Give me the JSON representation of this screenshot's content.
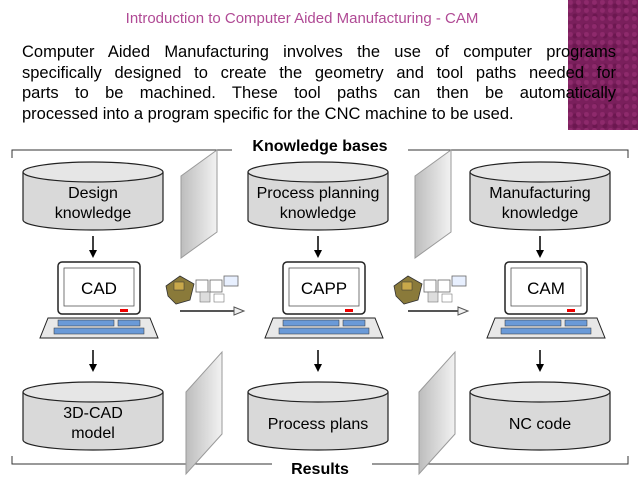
{
  "header": {
    "title": "Introduction to Computer Aided Manufacturing - CAM"
  },
  "intro": {
    "lines": [
      "Computer Aided Manufacturing involves the use of computer programs",
      "specifically designed to create the geometry and tool paths needed for",
      "parts to be machined. These tool paths can then be automatically",
      "processed into a program specific for the CNC machine to be used."
    ]
  },
  "diagram": {
    "top_label": "Knowledge bases",
    "bottom_label": "Results",
    "columns": [
      {
        "kb_line1": "Design",
        "kb_line2": "knowledge",
        "system": "CAD",
        "result_line1": "3D-CAD",
        "result_line2": "model"
      },
      {
        "kb_line1": "Process planning",
        "kb_line2": "knowledge",
        "system": "CAPP",
        "result_line1": "Process plans",
        "result_line2": ""
      },
      {
        "kb_line1": "Manufacturing",
        "kb_line2": "knowledge",
        "system": "CAM",
        "result_line1": "NC code",
        "result_line2": ""
      }
    ]
  },
  "colors": {
    "header": "#b04a95",
    "corner": "#7a1f5c",
    "cylinder": "#d9d9d9",
    "monitor_outer": "#ffffff"
  }
}
